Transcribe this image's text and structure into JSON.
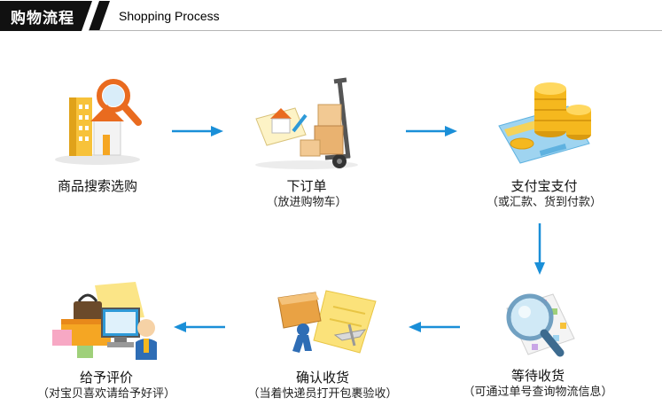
{
  "header": {
    "title": "购物流程",
    "subtitle": "Shopping Process"
  },
  "steps": [
    {
      "label": "商品搜索选购",
      "sub": ""
    },
    {
      "label": "下订单",
      "sub": "（放进购物车）"
    },
    {
      "label": "支付宝支付",
      "sub": "（或汇款、货到付款）"
    },
    {
      "label": "等待收货",
      "sub": "（可通过单号查询物流信息）"
    },
    {
      "label": "确认收货",
      "sub": "（当着快递员打开包裹验收）"
    },
    {
      "label": "给予评价",
      "sub": "（对宝贝喜欢请给予好评）"
    }
  ],
  "colors": {
    "arrow": "#1a8fd8",
    "header_bg": "#111111",
    "accent_orange": "#f5a623",
    "accent_blue": "#2e9ad8"
  }
}
